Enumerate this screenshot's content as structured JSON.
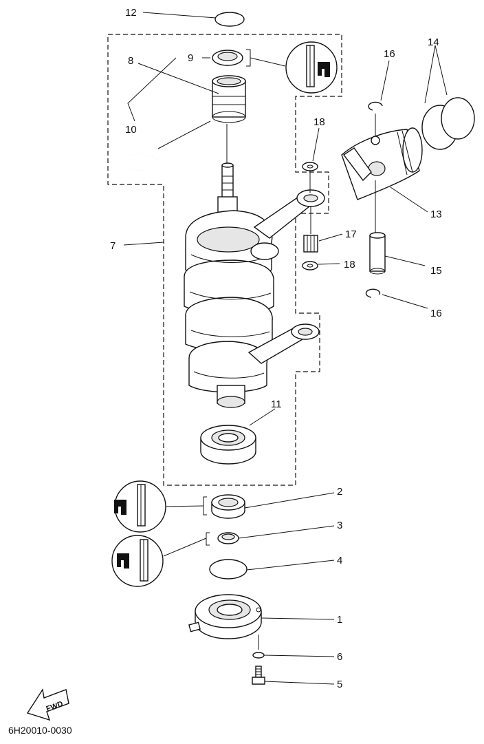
{
  "callouts": {
    "p1": "1",
    "p2": "2",
    "p3": "3",
    "p4": "4",
    "p5": "5",
    "p6": "6",
    "p7": "7",
    "p8": "8",
    "p9": "9",
    "p10": "10",
    "p11": "11",
    "p12": "12",
    "p13": "13",
    "p14": "14",
    "p15": "15",
    "p16a": "16",
    "p16b": "16",
    "p17": "17",
    "p18a": "18",
    "p18b": "18"
  },
  "fwd_label": "FWD",
  "diagram_code": "6H20010-0030"
}
